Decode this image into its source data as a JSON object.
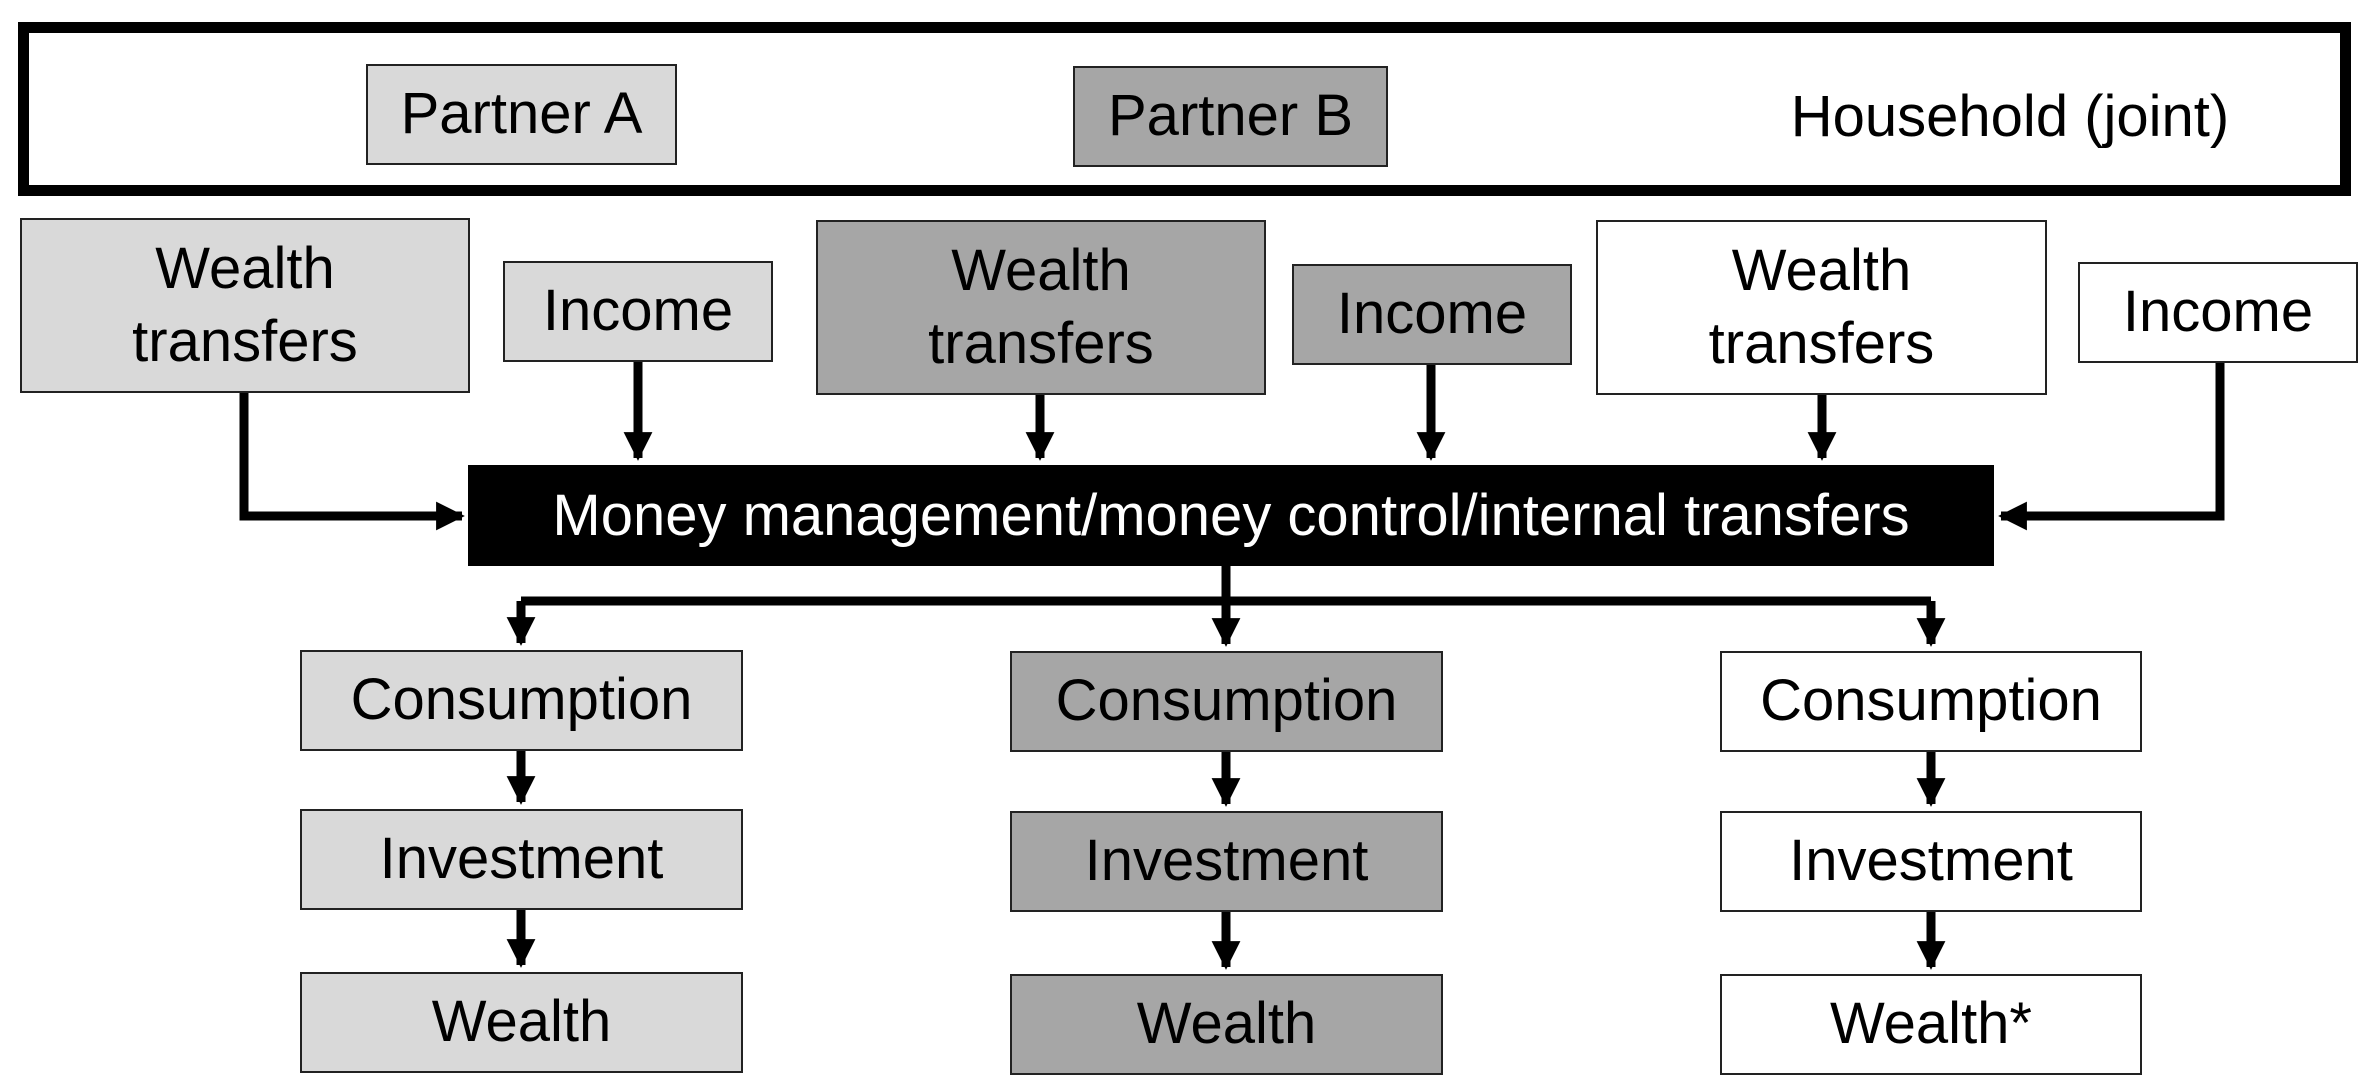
{
  "legend": {
    "partner_a": "Partner A",
    "partner_b": "Partner B",
    "household": "Household (joint)"
  },
  "inputs": {
    "partner_a": {
      "wealth_transfers": "Wealth transfers",
      "income": "Income"
    },
    "partner_b": {
      "wealth_transfers": "Wealth transfers",
      "income": "Income"
    },
    "household": {
      "wealth_transfers": "Wealth transfers",
      "income": "Income"
    }
  },
  "hub": {
    "label": "Money management/money control/internal transfers"
  },
  "outputs": {
    "partner_a": {
      "consumption": "Consumption",
      "investment": "Investment",
      "wealth": "Wealth"
    },
    "partner_b": {
      "consumption": "Consumption",
      "investment": "Investment",
      "wealth": "Wealth"
    },
    "household": {
      "consumption": "Consumption",
      "investment": "Investment",
      "wealth": "Wealth*"
    }
  },
  "colors": {
    "partner_a_fill": "#d9d9d9",
    "partner_b_fill": "#a6a6a6",
    "household_fill": "#ffffff",
    "hub_fill": "#000000"
  }
}
